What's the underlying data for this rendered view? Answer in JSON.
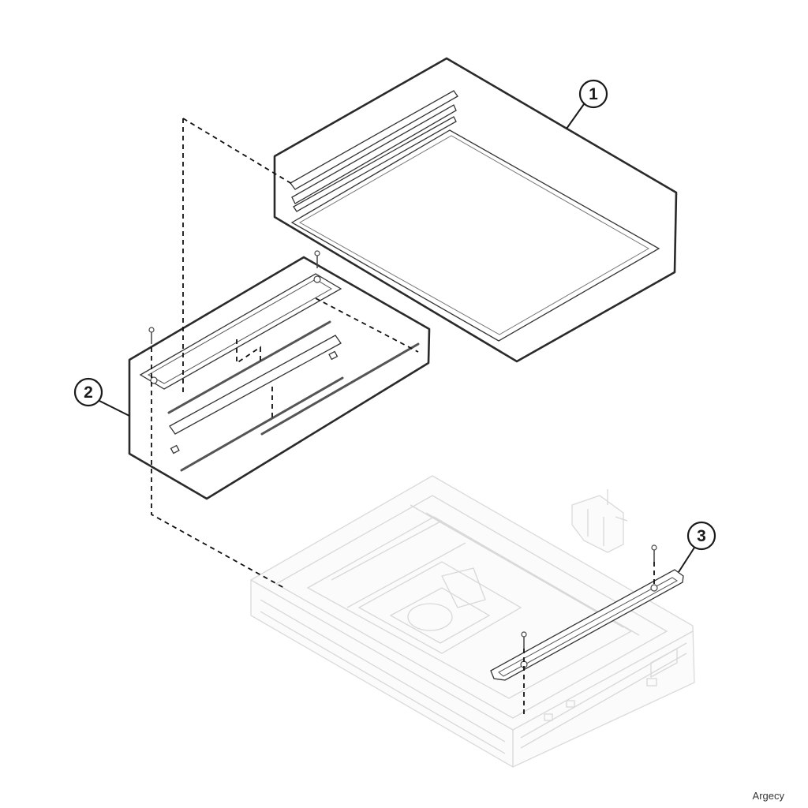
{
  "callouts": [
    {
      "label": "1"
    },
    {
      "label": "2"
    },
    {
      "label": "3"
    }
  ],
  "watermark": "Argecy",
  "colors": {
    "outline": "#2a2a2a",
    "ghost_assembly": "#d8d8d8",
    "background": "#ffffff"
  }
}
